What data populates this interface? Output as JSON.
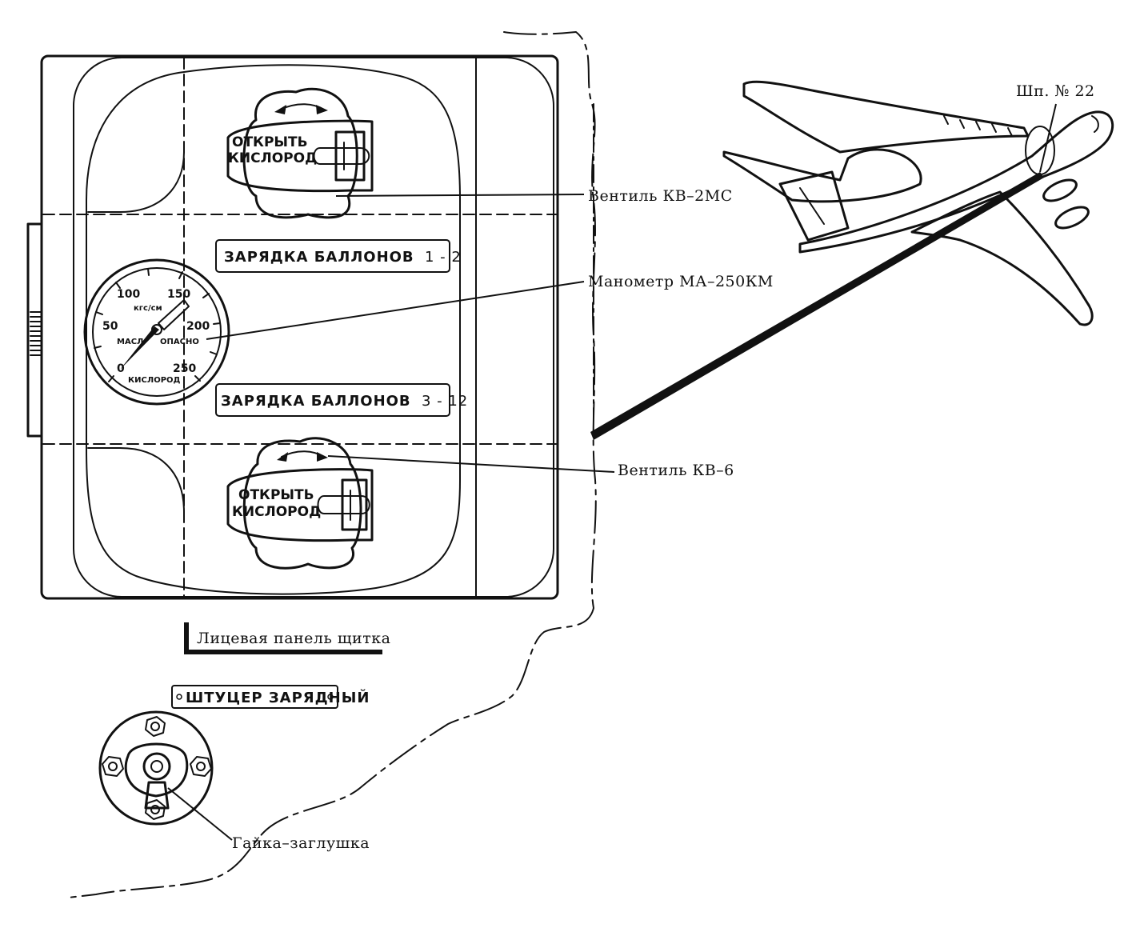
{
  "diagram": {
    "valve_top": {
      "line1": "ОТКРЫТЬ",
      "line2": "КИСЛОРОД"
    },
    "valve_bottom": {
      "line1": "ОТКРЫТЬ",
      "line2": "КИСЛОРОД"
    },
    "plate_top": {
      "text": "ЗАРЯДКА БАЛЛОНОВ",
      "range": "1 - 2"
    },
    "plate_bottom": {
      "text": "ЗАРЯДКА БАЛЛОНОВ",
      "range": "3 - 12"
    },
    "gauge": {
      "unit": "кгс/см",
      "ticks": [
        "0",
        "50",
        "100",
        "150",
        "200",
        "250"
      ],
      "left_word": "МАСЛ",
      "right_word": "ОПАСНО",
      "bottom_word": "КИСЛОРОД"
    },
    "charging_fitting_plate": "ШТУЦЕР ЗАРЯДНЫЙ",
    "labels": {
      "valve_kv2ms": "Вентиль КВ–2МС",
      "gauge_ma250km": "Манометр МА–250КМ",
      "valve_kv6": "Вентиль КВ–6",
      "frame": "Шп. № 22",
      "front_panel": "Лицевая панель щитка",
      "cap_nut": "Гайка–заглушка"
    }
  }
}
